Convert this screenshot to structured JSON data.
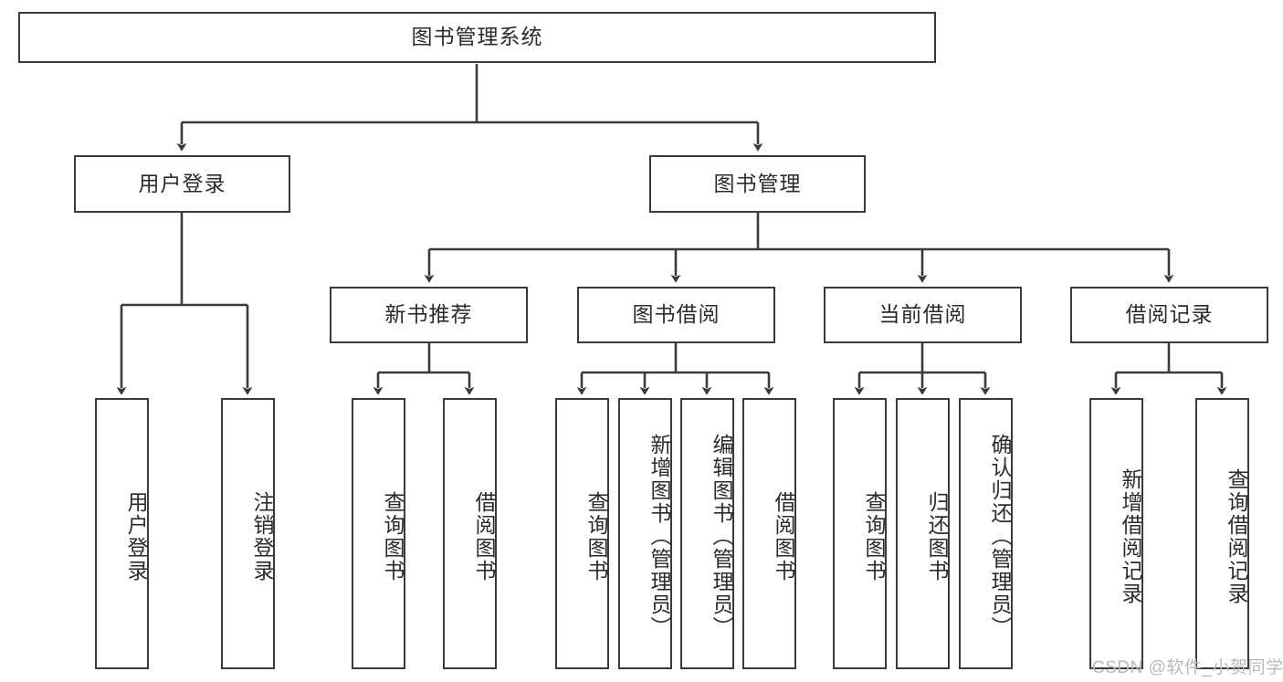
{
  "diagram": {
    "type": "tree-hierarchy-chart",
    "title": "图书管理系统",
    "orientation": "top-down",
    "colors": {
      "box_border": "#3a3a3a",
      "box_fill": "#ffffff",
      "connector": "#3a3a3a",
      "text": "#2b2b2b",
      "watermark": "#b9b9b9",
      "background": "#ffffff"
    },
    "nodes": {
      "root": {
        "label": "图书管理系统"
      },
      "level2": [
        {
          "id": "user-login",
          "label": "用户登录"
        },
        {
          "id": "book-management",
          "label": "图书管理"
        }
      ],
      "level3": [
        {
          "id": "new-book-recommend",
          "label": "新书推荐"
        },
        {
          "id": "book-borrow",
          "label": "图书借阅"
        },
        {
          "id": "current-borrow",
          "label": "当前借阅"
        },
        {
          "id": "borrow-record",
          "label": "借阅记录"
        }
      ],
      "leaves": {
        "user-login": [
          {
            "id": "leaf-user-login",
            "label": "用户登录"
          },
          {
            "id": "leaf-logout-login",
            "label": "注销登录"
          }
        ],
        "new-book-recommend": [
          {
            "id": "leaf-query-book-1",
            "label": "查询图书"
          },
          {
            "id": "leaf-borrow-book-1",
            "label": "借阅图书"
          }
        ],
        "book-borrow": [
          {
            "id": "leaf-query-book-2",
            "label": "查询图书"
          },
          {
            "id": "leaf-add-book",
            "label": "新增图书（管理员）"
          },
          {
            "id": "leaf-edit-book",
            "label": "编辑图书（管理员）"
          },
          {
            "id": "leaf-borrow-book-2",
            "label": "借阅图书"
          }
        ],
        "current-borrow": [
          {
            "id": "leaf-query-book-3",
            "label": "查询图书"
          },
          {
            "id": "leaf-return-book",
            "label": "归还图书"
          },
          {
            "id": "leaf-confirm-return",
            "label": "确认归还（管理员）"
          }
        ],
        "borrow-record": [
          {
            "id": "leaf-add-record",
            "label": "新增借阅记录"
          },
          {
            "id": "leaf-query-record",
            "label": "查询借阅记录"
          }
        ]
      }
    }
  },
  "watermark": {
    "text": "CSDN @软件_小贺同学"
  }
}
